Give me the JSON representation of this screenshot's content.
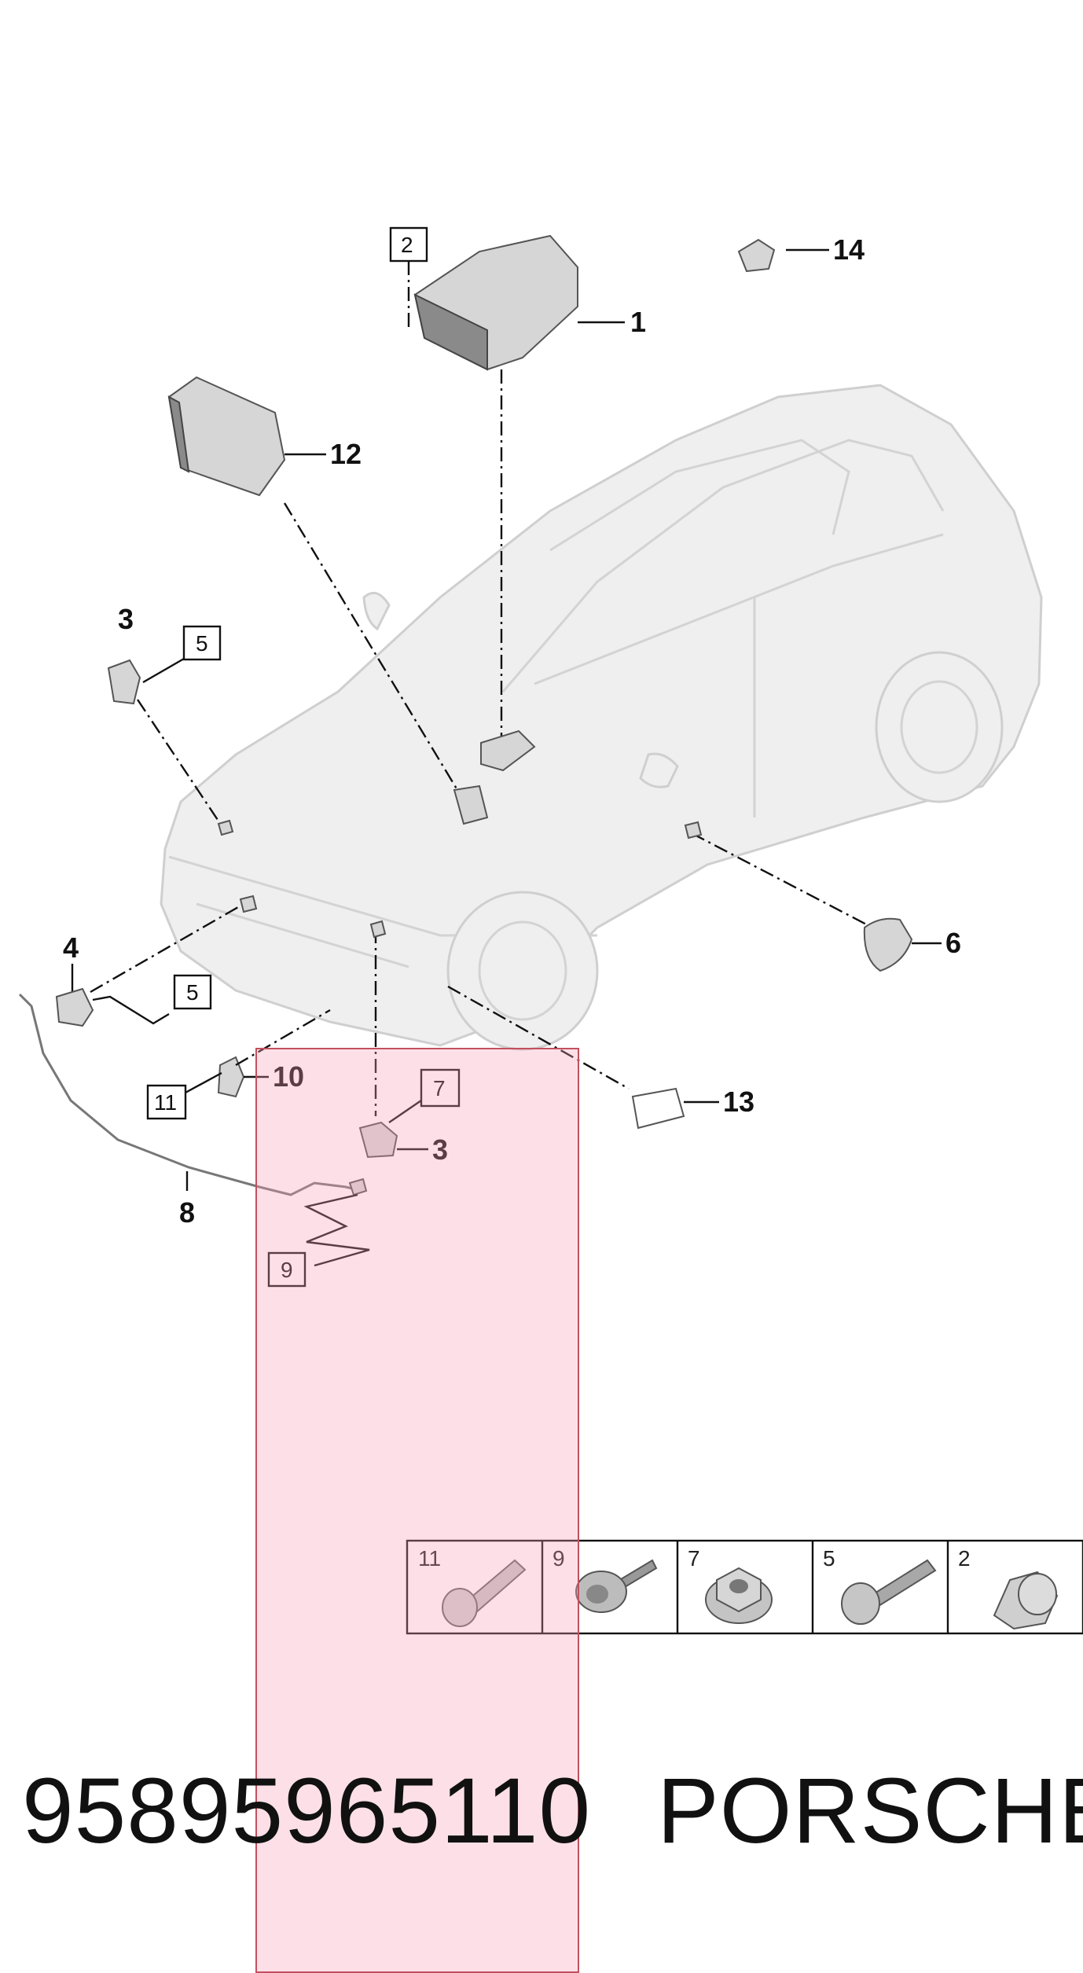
{
  "callouts": {
    "c1": "1",
    "c2": "2",
    "c3a": "3",
    "c3b": "3",
    "c4": "4",
    "c5a": "5",
    "c5b": "5",
    "c6": "6",
    "c7": "7",
    "c8": "8",
    "c9": "9",
    "c10": "10",
    "c11": "11",
    "c12": "12",
    "c13": "13",
    "c14": "14"
  },
  "fastener_table": [
    {
      "label": "11",
      "icon": "bolt-pink-icon"
    },
    {
      "label": "9",
      "icon": "screw-washer-icon"
    },
    {
      "label": "7",
      "icon": "hex-nut-flange-icon"
    },
    {
      "label": "5",
      "icon": "bolt-icon"
    },
    {
      "label": "2",
      "icon": "cap-nut-icon"
    }
  ],
  "footer": {
    "part_number": "95895965110",
    "brand": "PORSCHE"
  },
  "colors": {
    "highlight": "#fadce2",
    "highlight_border": "#c2505f",
    "car": "#efefef"
  }
}
